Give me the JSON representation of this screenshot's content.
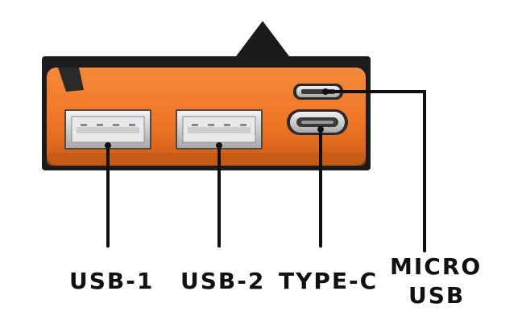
{
  "labels": {
    "usb1": "USB-1",
    "usb2": "USB-2",
    "typec": "TYPE-C",
    "micro_line1": "MICRO",
    "micro_line2": "USB"
  },
  "colors": {
    "housing": "#1c1c1c",
    "panel": "#f07a2a",
    "panel_dark": "#c85a14",
    "port_silver": "#d9d9d9",
    "leader_line": "#111111"
  },
  "icons": [
    "usb-a-port-icon",
    "usb-a-port-icon",
    "usb-c-port-icon",
    "micro-usb-port-icon",
    "indicator-triangle-icon"
  ]
}
